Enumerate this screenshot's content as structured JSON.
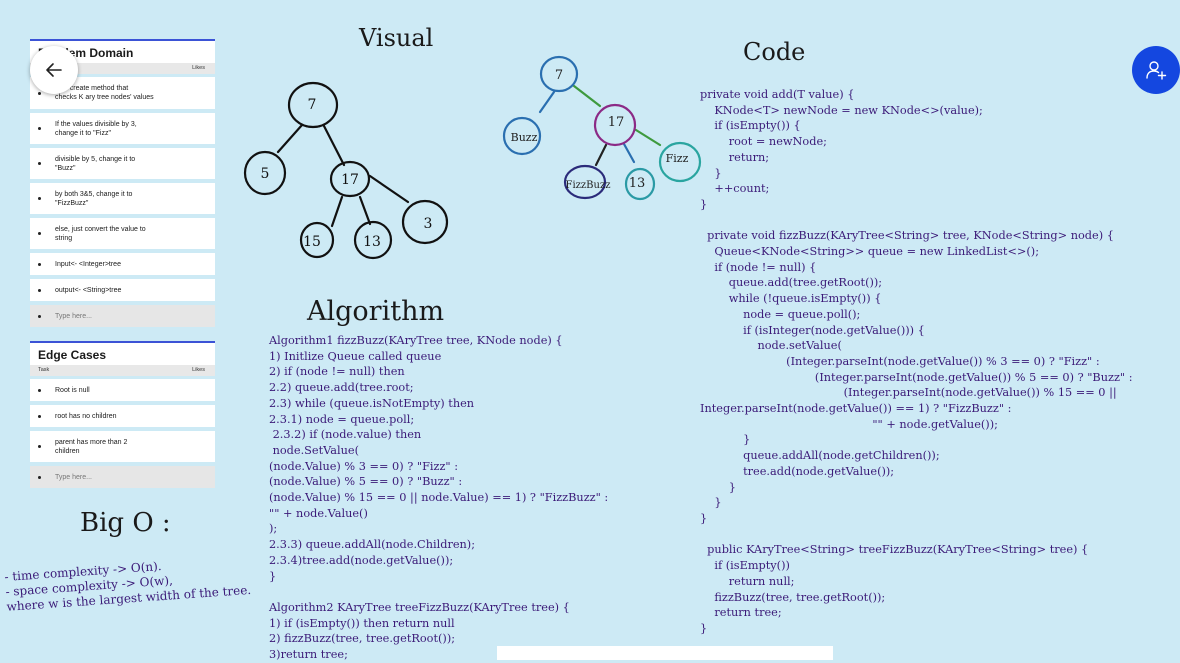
{
  "problem_domain": {
    "title": "Problem Domain",
    "col_task": "",
    "col_likes": "Likes",
    "items": [
      "is to create method that\nchecks K ary tree nodes' values",
      "If the values divisible by 3,\nchange it to \"Fizz\"",
      "divisible by 5, change it to\n\"Buzz\"",
      "by both 3&5, change it to\n\"FizzBuzz\"",
      "else, just convert the value to\nstring",
      "Input<- <Integer>tree",
      "output<- <String>tree"
    ],
    "add_placeholder": "Type here..."
  },
  "edge_cases": {
    "title": "Edge Cases",
    "col_task": "Task",
    "col_likes": "Likes",
    "items": [
      "Root is null",
      "root has no children",
      "parent has more than 2\nchildren"
    ],
    "add_placeholder": "Type here..."
  },
  "headings": {
    "visual": "Visual",
    "code": "Code",
    "algorithm": "Algorithm",
    "big_o": "Big O :"
  },
  "big_o_notes": [
    "- time complexity -> O(n).",
    "- space complexity -> O(w),",
    "where w is the largest width of the tree."
  ],
  "tree_before": {
    "root": "7",
    "left": "5",
    "mid": "17",
    "right": "3",
    "leaf1": "15",
    "leaf2": "13"
  },
  "tree_after": {
    "root": "7",
    "left": "Buzz",
    "mid": "17",
    "right": "Fizz",
    "leaf1": "FizzBuzz",
    "leaf2": "13"
  },
  "algorithm_text": "Algorithm1 fizzBuzz(KAryTree tree, KNode node) {\n1) Initlize Queue called queue\n2) if (node != null) then\n2.2) queue.add(tree.root;\n2.3) while (queue.isNotEmpty) then\n2.3.1) node = queue.poll;\n 2.3.2) if (node.value) then\n node.SetValue(\n(node.Value) % 3 == 0) ? \"Fizz\" :\n(node.Value) % 5 == 0) ? \"Buzz\" :\n(node.Value) % 15 == 0 || node.Value) == 1) ? \"FizzBuzz\" :\n\"\" + node.Value()\n);\n2.3.3) queue.addAll(node.Children);\n2.3.4)tree.add(node.getValue());\n}\n\nAlgorithm2 KAryTree treeFizzBuzz(KAryTree tree) {\n1) if (isEmpty()) then return null\n2) fizzBuzz(tree, tree.getRoot());\n3)return tree;",
  "code_text": "private void add(T value) {\n    KNode<T> newNode = new KNode<>(value);\n    if (isEmpty()) {\n        root = newNode;\n        return;\n    }\n    ++count;\n}\n\n  private void fizzBuzz(KAryTree<String> tree, KNode<String> node) {\n    Queue<KNode<String>> queue = new LinkedList<>();\n    if (node != null) {\n        queue.add(tree.getRoot());\n        while (!queue.isEmpty()) {\n            node = queue.poll();\n            if (isInteger(node.getValue())) {\n                node.setValue(\n                        (Integer.parseInt(node.getValue()) % 3 == 0) ? \"Fizz\" :\n                                (Integer.parseInt(node.getValue()) % 5 == 0) ? \"Buzz\" :\n                                        (Integer.parseInt(node.getValue()) % 15 == 0 ||\nInteger.parseInt(node.getValue()) == 1) ? \"FizzBuzz\" :\n                                                \"\" + node.getValue());\n            }\n            queue.addAll(node.getChildren());\n            tree.add(node.getValue());\n        }\n    }\n}\n\n  public KAryTree<String> treeFizzBuzz(KAryTree<String> tree) {\n    if (isEmpty())\n        return null;\n    fizzBuzz(tree, tree.getRoot());\n    return tree;\n}",
  "icons": {
    "back": "arrow-left-icon",
    "share": "add-person-icon"
  },
  "colors": {
    "background": "#cdeaf5",
    "accent": "#1447e0",
    "panel_border": "#3b53d6",
    "code_ink": "#3b1a78"
  }
}
